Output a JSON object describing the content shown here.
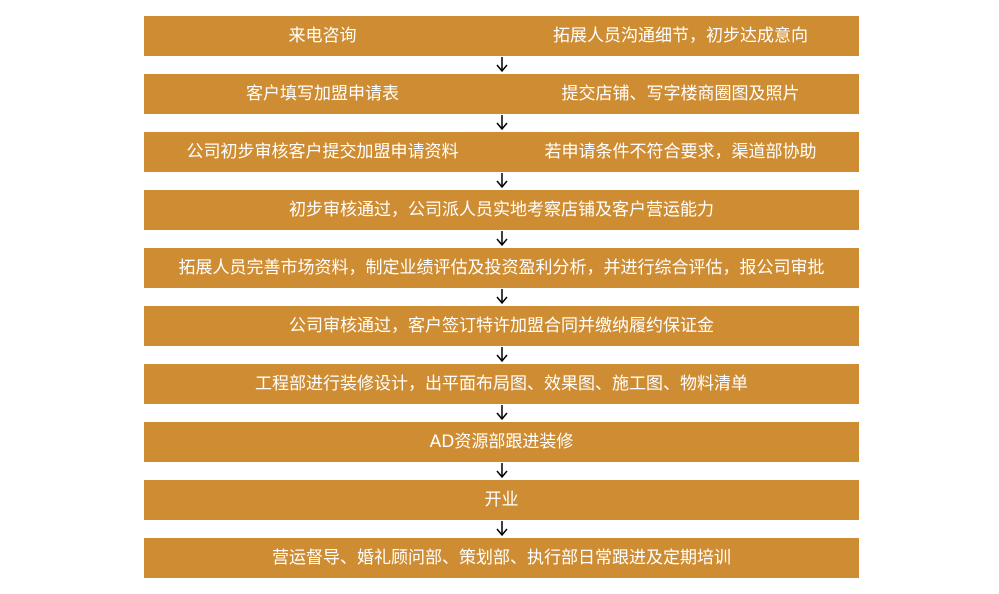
{
  "steps": [
    {
      "left": "来电咨询",
      "right": "拓展人员沟通细节，初步达成意向"
    },
    {
      "left": "客户填写加盟申请表",
      "right": "提交店铺、写字楼商圈图及照片"
    },
    {
      "left": "公司初步审核客户提交加盟申请资料",
      "right": "若申请条件不符合要求，渠道部协助"
    },
    {
      "text": "初步审核通过，公司派人员实地考察店铺及客户营运能力"
    },
    {
      "text": "拓展人员完善市场资料，制定业绩评估及投资盈利分析，并进行综合评估，报公司审批"
    },
    {
      "text": "公司审核通过，客户签订特许加盟合同并缴纳履约保证金"
    },
    {
      "text": "工程部进行装修设计，出平面布局图、效果图、施工图、物料清单"
    },
    {
      "text": "AD资源部跟进装修"
    },
    {
      "text": "开业"
    },
    {
      "text": "营运督导、婚礼顾问部、策划部、执行部日常跟进及定期培训"
    }
  ],
  "colors": {
    "box": "#cf8d33",
    "text": "#ffffff",
    "arrow": "#000000"
  }
}
